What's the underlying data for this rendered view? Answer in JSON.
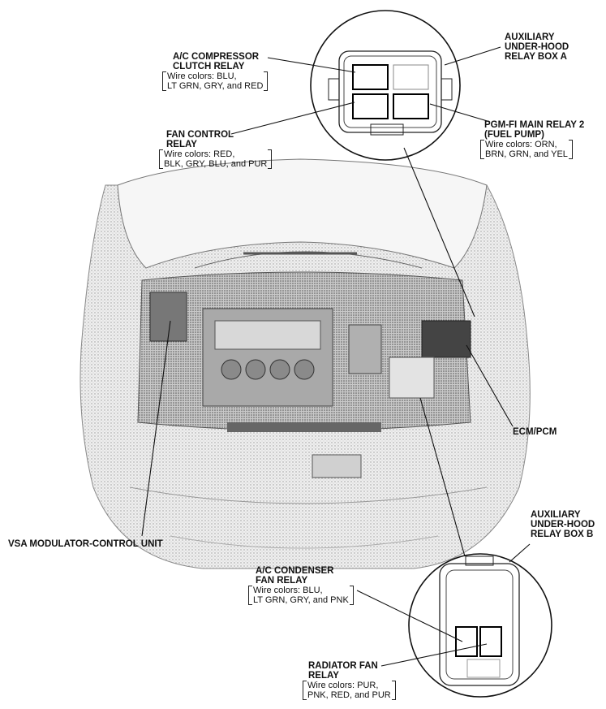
{
  "labels": {
    "box_a": [
      "AUXILIARY",
      "UNDER-HOOD",
      "RELAY BOX A"
    ],
    "box_b": [
      "AUXILIARY",
      "UNDER-HOOD",
      "RELAY BOX B"
    ],
    "ac_compressor_title": [
      "A/C COMPRESSOR",
      "CLUTCH RELAY"
    ],
    "ac_compressor_wires": [
      "Wire colors: BLU,",
      "LT GRN, GRY, and RED"
    ],
    "fan_control_title": [
      "FAN CONTROL",
      "RELAY"
    ],
    "fan_control_wires": [
      "Wire colors: RED,",
      "BLK, GRY, BLU, and PUR"
    ],
    "pgm_fi_title": [
      "PGM-FI MAIN RELAY 2",
      "(FUEL PUMP)"
    ],
    "pgm_fi_wires": [
      "Wire colors: ORN,",
      "BRN, GRN, and YEL"
    ],
    "ecm_pcm": "ECM/PCM",
    "vsa": "VSA MODULATOR-CONTROL UNIT",
    "ac_condenser_title": [
      "A/C CONDENSER",
      "FAN RELAY"
    ],
    "ac_condenser_wires": [
      "Wire colors: BLU,",
      "LT GRN, GRY, and PNK"
    ],
    "radiator_title": [
      "RADIATOR FAN",
      "RELAY"
    ],
    "radiator_wires": [
      "Wire colors: PUR,",
      "PNK, RED, and PUR"
    ]
  }
}
